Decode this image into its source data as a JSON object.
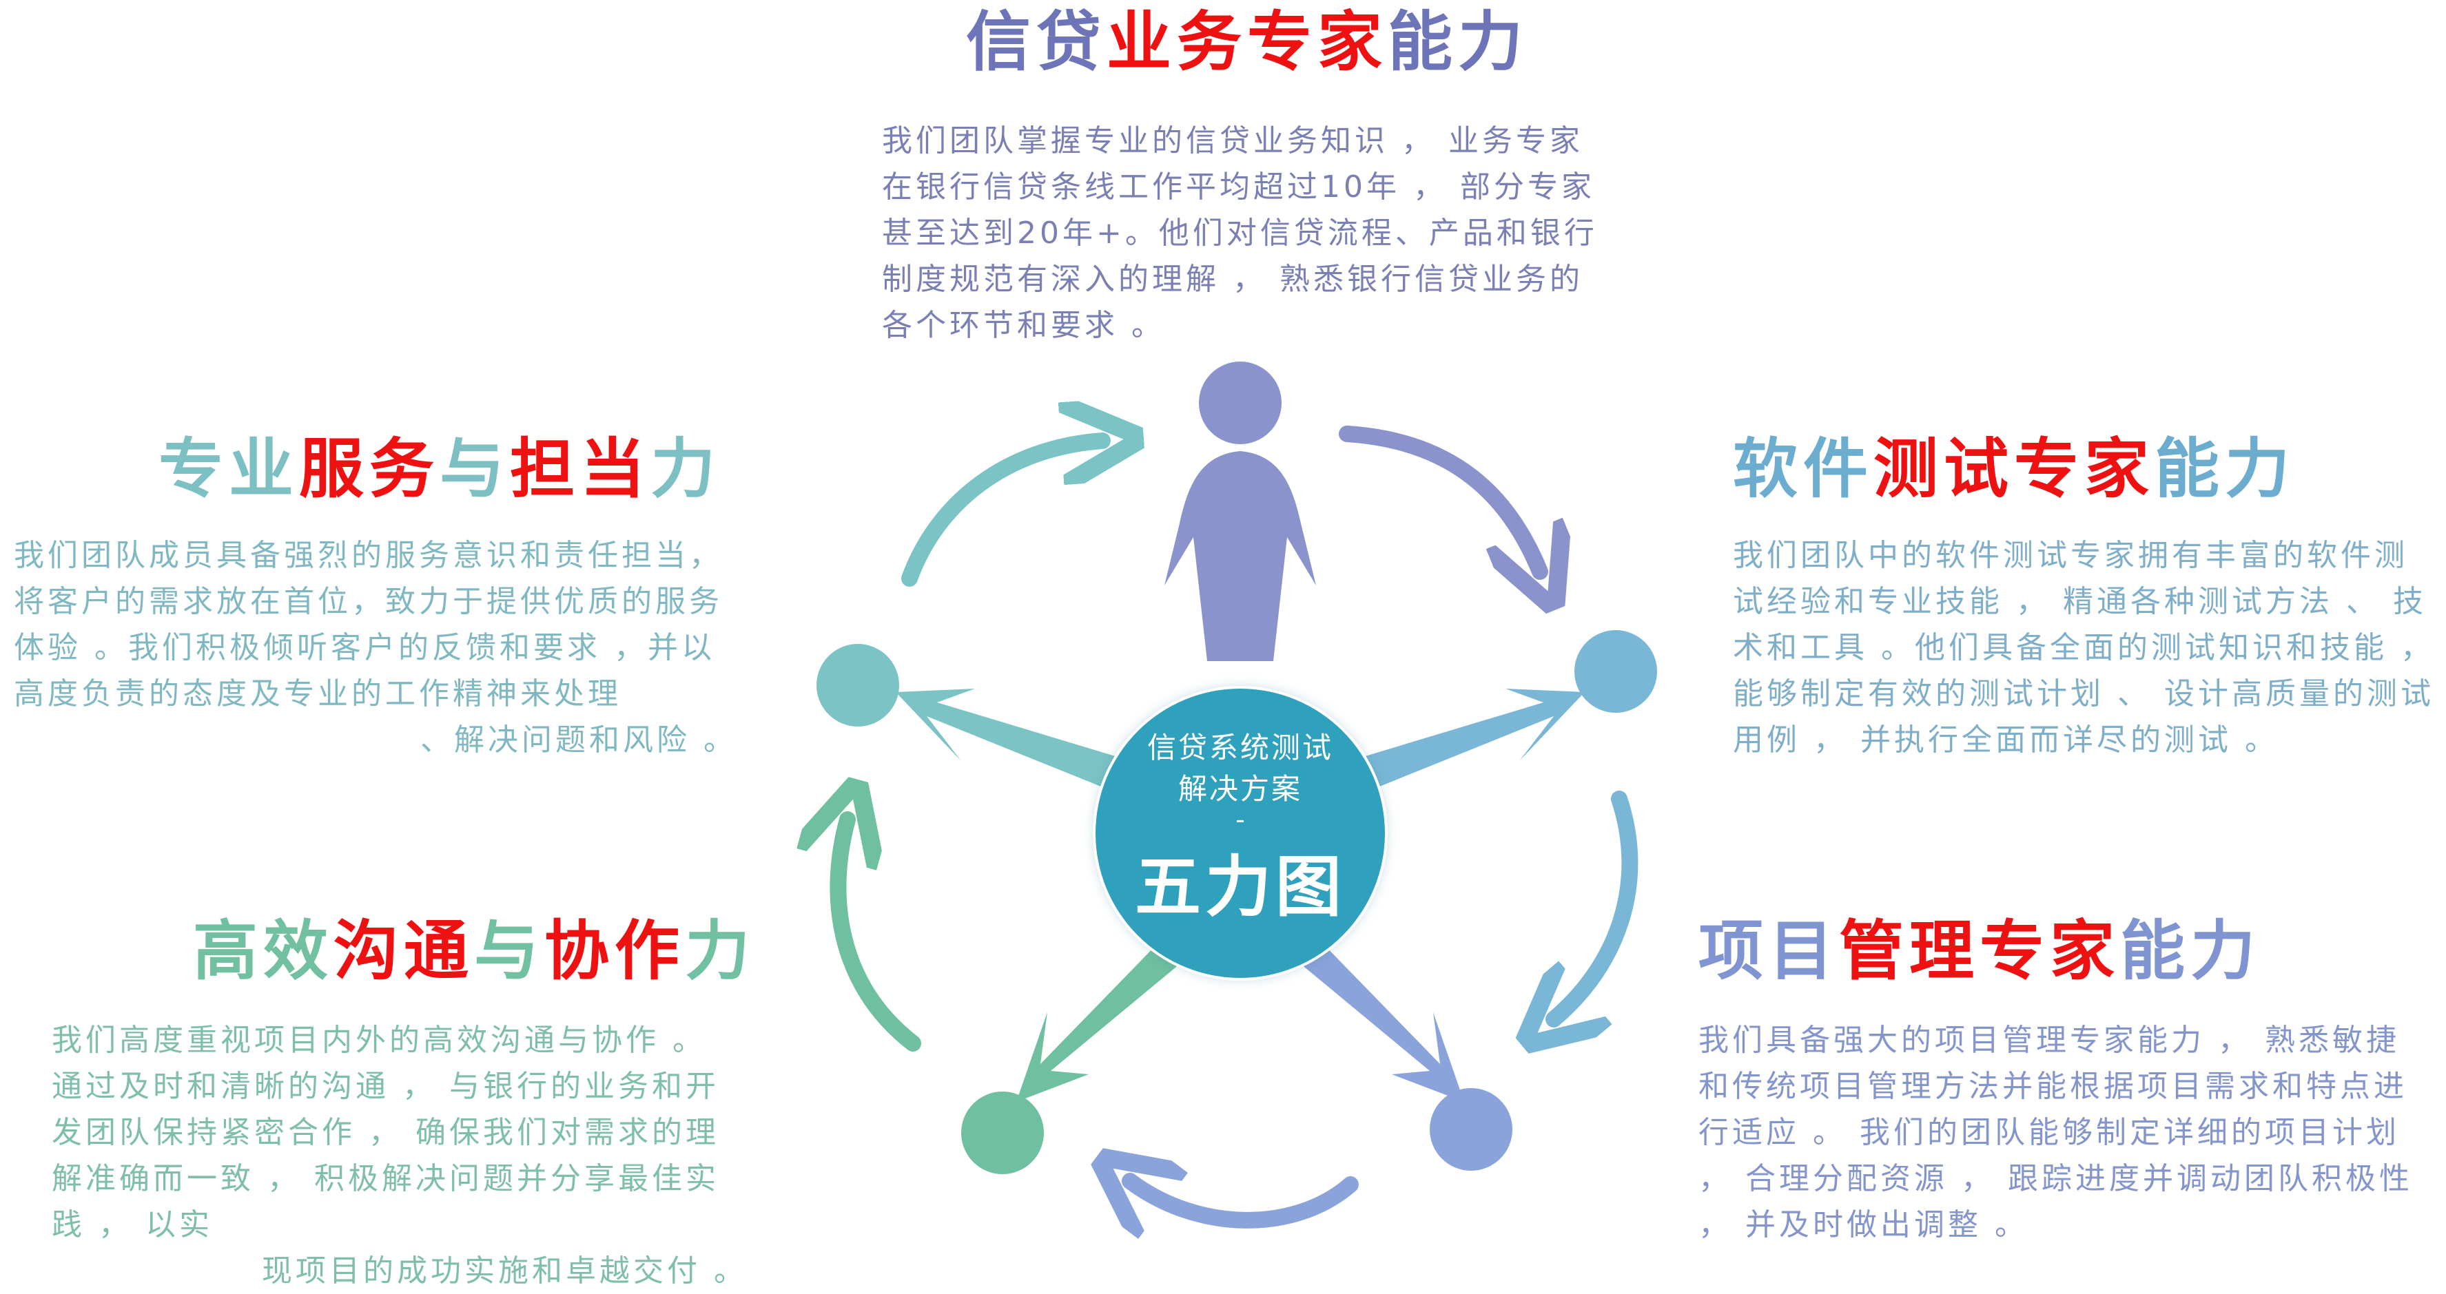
{
  "center": {
    "line1": "信贷系统测试",
    "line2": "解决方案",
    "line3": "-",
    "line4": "五力图"
  },
  "blocks": {
    "top": {
      "title_parts": [
        "信贷",
        "业务专家",
        "能力"
      ],
      "body": "我们团队掌握专业的信贷业务知识 ， 业务专家在银行信贷条线工作平均超过10年 ， 部分专家甚至达到20年+。他们对信贷流程、产品和银行制度规范有深入的理解 ， 熟悉银行信贷业务的各个环节和要求 。"
    },
    "left": {
      "title_parts": [
        "专业",
        "服务",
        "与",
        "担当",
        "力"
      ],
      "body": "我们团队成员具备强烈的服务意识和责任担当，将客户的需求放在首位，致力于提供优质的服务体验 。我们积极倾听客户的反馈和要求 ，并以高度负责的态度及专业的工作精神来处理",
      "body_last": "、解决问题和风险 。"
    },
    "right": {
      "title_parts": [
        "软件",
        "测试专家",
        "能力"
      ],
      "body": "我们团队中的软件测试专家拥有丰富的软件测试经验和专业技能 ， 精通各种测试方法 、 技术和工具 。他们具备全面的测试知识和技能 ， 能够制定有效的测试计划 、 设计高质量的测试用例 ， 并执行全面而详尽的测试 。"
    },
    "bottom_left": {
      "title_parts": [
        "高效",
        "沟通",
        "与",
        "协作",
        "力"
      ],
      "body": "我们高度重视项目内外的高效沟通与协作 。 通过及时和清晰的沟通 ， 与银行的业务和开发团队保持紧密合作 ， 确保我们对需求的理解准确而一致 ， 积极解决问题并分享最佳实践 ， 以实",
      "body_last": "现项目的成功实施和卓越交付 。"
    },
    "bottom_right": {
      "title_parts": [
        "项目",
        "管理专家",
        "能力"
      ],
      "body": "我们具备强大的项目管理专家能力 ， 熟悉敏捷和传统项目管理方法并能根据项目需求和特点进行适应 。 我们的团队能够制定详细的项目计划 ， 合理分配资源 ， 跟踪进度并调动团队积极性 ， 并及时做出调整 。"
    }
  },
  "colors": {
    "top": "#8a93cc",
    "right": "#7ab7d6",
    "bottom_right": "#8aa3da",
    "bottom_left": "#6fc0a0",
    "left": "#7cc3c6",
    "hub": "#2fa1bc",
    "highlight": "#ee1111"
  },
  "icons": [
    "person-head-icon",
    "cycle-arrow-icon"
  ]
}
